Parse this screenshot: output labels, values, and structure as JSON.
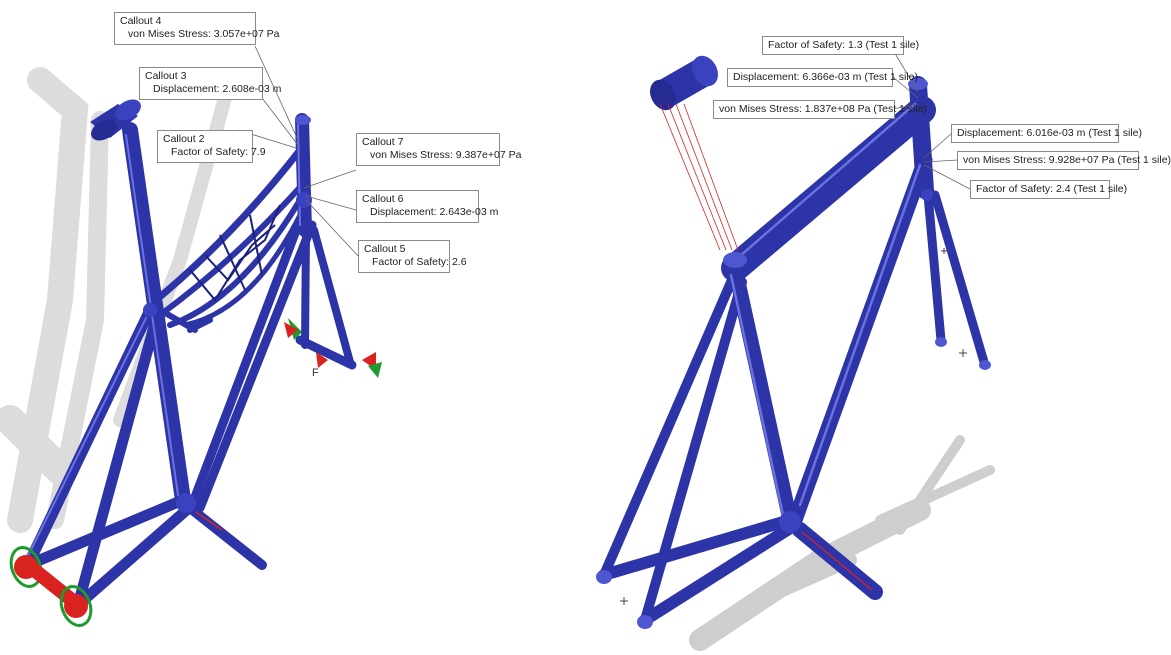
{
  "colors": {
    "frame": "#2d34a8",
    "frame_dark": "#1c2180",
    "frame_light": "#5a63d8",
    "shadow": "#cfcfcf",
    "fixture_green": "#1e9a2e",
    "fixture_red": "#d8231f",
    "leader": "#555555"
  },
  "left_model": {
    "callouts": [
      {
        "id": "callout4",
        "title": "Callout 4",
        "text": "von Mises Stress: 3.057e+07 Pa"
      },
      {
        "id": "callout3",
        "title": "Callout 3",
        "text": "Displacement: 2.608e-03 m"
      },
      {
        "id": "callout2",
        "title": "Callout 2",
        "text": "Factor of Safety: 7.9"
      },
      {
        "id": "callout7",
        "title": "Callout 7",
        "text": "von Mises Stress: 9.387e+07 Pa"
      },
      {
        "id": "callout6",
        "title": "Callout 6",
        "text": "Displacement: 2.643e-03 m"
      },
      {
        "id": "callout5",
        "title": "Callout 5",
        "text": "Factor of Safety: 2.6"
      }
    ],
    "force_label": "F"
  },
  "right_model": {
    "callouts": [
      {
        "id": "r_fos_top",
        "text": "Factor of Safety: 1.3 (Test 1 sile)"
      },
      {
        "id": "r_disp_top",
        "text": "Displacement: 6.366e-03 m (Test 1 sile)"
      },
      {
        "id": "r_vm_top",
        "text": "von Mises Stress: 1.837e+08 Pa (Test 1 sile)"
      },
      {
        "id": "r_disp_right",
        "text": "Displacement: 6.016e-03 m (Test 1 sile)"
      },
      {
        "id": "r_vm_right",
        "text": "von Mises Stress: 9.928e+07 Pa (Test 1 sile)"
      },
      {
        "id": "r_fos_right",
        "text": "Factor of Safety: 2.4 (Test 1 sile)"
      }
    ]
  }
}
